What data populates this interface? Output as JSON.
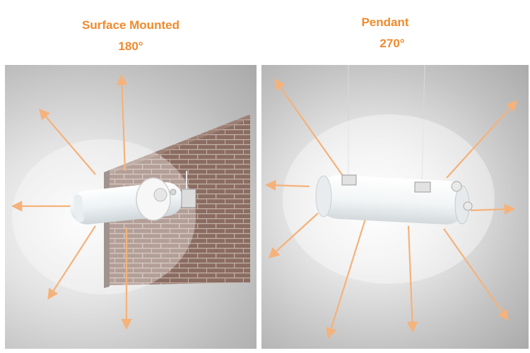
{
  "left": {
    "title": "Surface Mounted",
    "angle": "180°"
  },
  "right": {
    "title": "Pendant",
    "angle": "270°"
  },
  "colors": {
    "caption": "#f08a2c",
    "arrow": "#f5b27a",
    "brick": "#8a6c62",
    "mortar": "#c9b8ae",
    "fixture": "#f4f4f4"
  }
}
